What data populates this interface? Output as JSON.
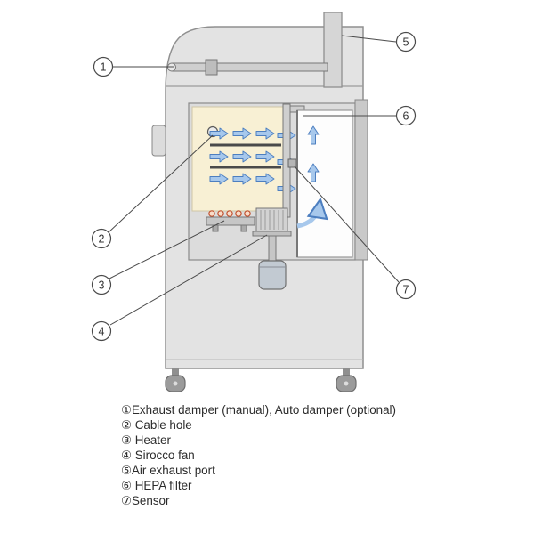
{
  "legend": {
    "items": [
      "①Exhaust damper (manual), Auto damper (optional)",
      "② Cable hole",
      "③ Heater",
      "④ Sirocco fan",
      "⑤Air exhaust port",
      "⑥ HEPA filter",
      "⑦Sensor"
    ]
  },
  "callouts": [
    "1",
    "2",
    "3",
    "4",
    "5",
    "6",
    "7"
  ],
  "colors": {
    "body": "#e3e3e3",
    "body_outline": "#8f8f8f",
    "chamber": "#f8f0d4",
    "hepa_panel": "#fdfdfd",
    "arrow_fill": "#a7c8ec",
    "arrow_outline": "#4d7fc0",
    "heater_coil": "#c2512f",
    "motor": "#c2cad2"
  }
}
